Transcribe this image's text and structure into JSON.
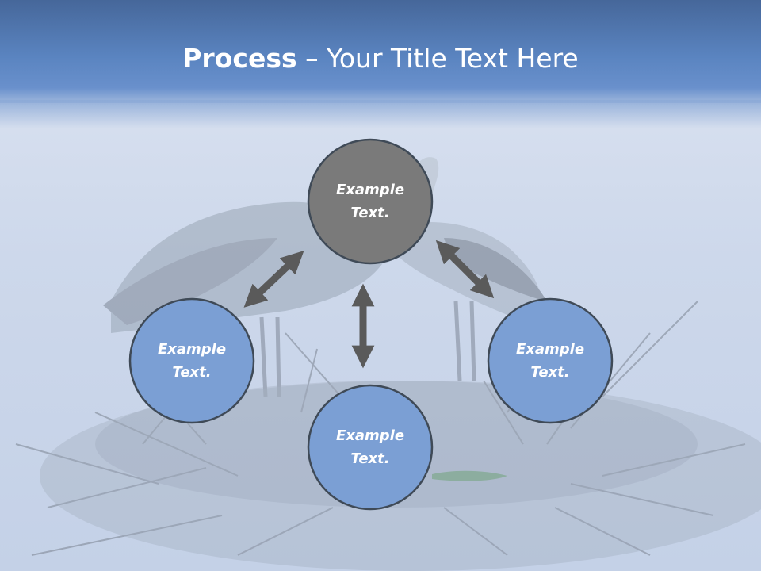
{
  "slide": {
    "title_bold": "Process",
    "title_rest": " – Your Title Text Here"
  },
  "nodes": {
    "top": {
      "label_line1": "Example",
      "label_line2": "Text.",
      "color": "#7a7a7a"
    },
    "left": {
      "label_line1": "Example",
      "label_line2": "Text.",
      "color": "#7b9fd4"
    },
    "bottom": {
      "label_line1": "Example",
      "label_line2": "Text.",
      "color": "#7b9fd4"
    },
    "right": {
      "label_line1": "Example",
      "label_line2": "Text.",
      "color": "#7b9fd4"
    }
  },
  "colors": {
    "node_border": "#3f4a57",
    "arrow": "#5a5a5a",
    "title_bar": "#5a84c0"
  }
}
